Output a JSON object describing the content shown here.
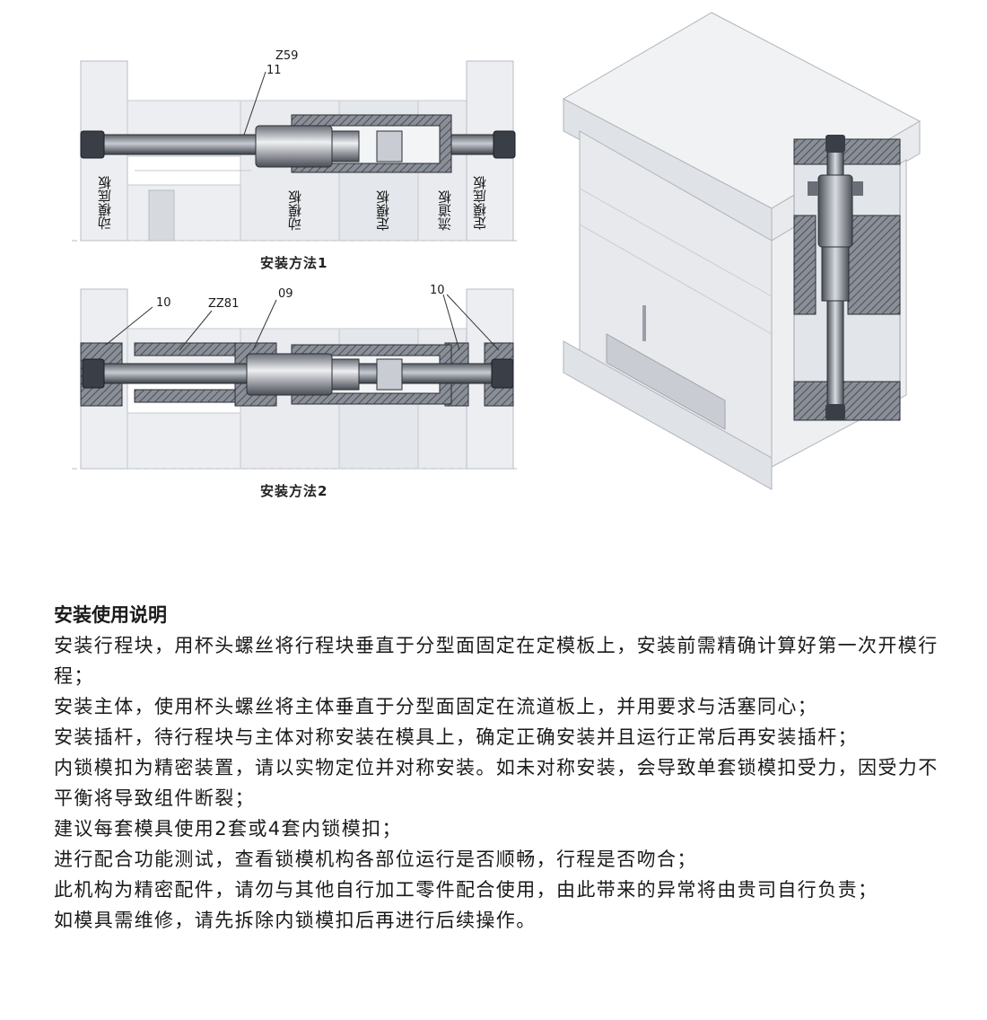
{
  "figure1": {
    "caption": "安装方法1",
    "labels": {
      "part_a": "Z59",
      "part_b": "11",
      "plate_1": "动模底板",
      "plate_2": "动模板",
      "plate_3": "定模板",
      "plate_4": "流道板",
      "plate_5": "定模底板"
    }
  },
  "figure2": {
    "caption": "安装方法2",
    "labels": {
      "part_left": "10",
      "part_zz": "ZZ81",
      "part_mid": "09",
      "part_right": "10"
    }
  },
  "instructions": {
    "title": "安装使用说明",
    "items": [
      "安装行程块，用杯头螺丝将行程块垂直于分型面固定在定模板上，安装前需精确计算好第一次开模行程；",
      "安装主体，使用杯头螺丝将主体垂直于分型面固定在流道板上，并用要求与活塞同心；",
      "安装插杆，待行程块与主体对称安装在模具上，确定正确安装并且运行正常后再安装插杆；",
      "内锁模扣为精密装置，请以实物定位并对称安装。如未对称安装，会导致单套锁模扣受力，因受力不平衡将导致组件断裂；",
      "建议每套模具使用2套或4套内锁模扣；",
      "进行配合功能测试，查看锁模机构各部位运行是否顺畅，行程是否吻合；",
      "此机构为精密配件，请勿与其他自行加工零件配合使用，由此带来的异常将由贵司自行负责；",
      "如模具需维修，请先拆除内锁模扣后再进行后续操作。"
    ]
  }
}
